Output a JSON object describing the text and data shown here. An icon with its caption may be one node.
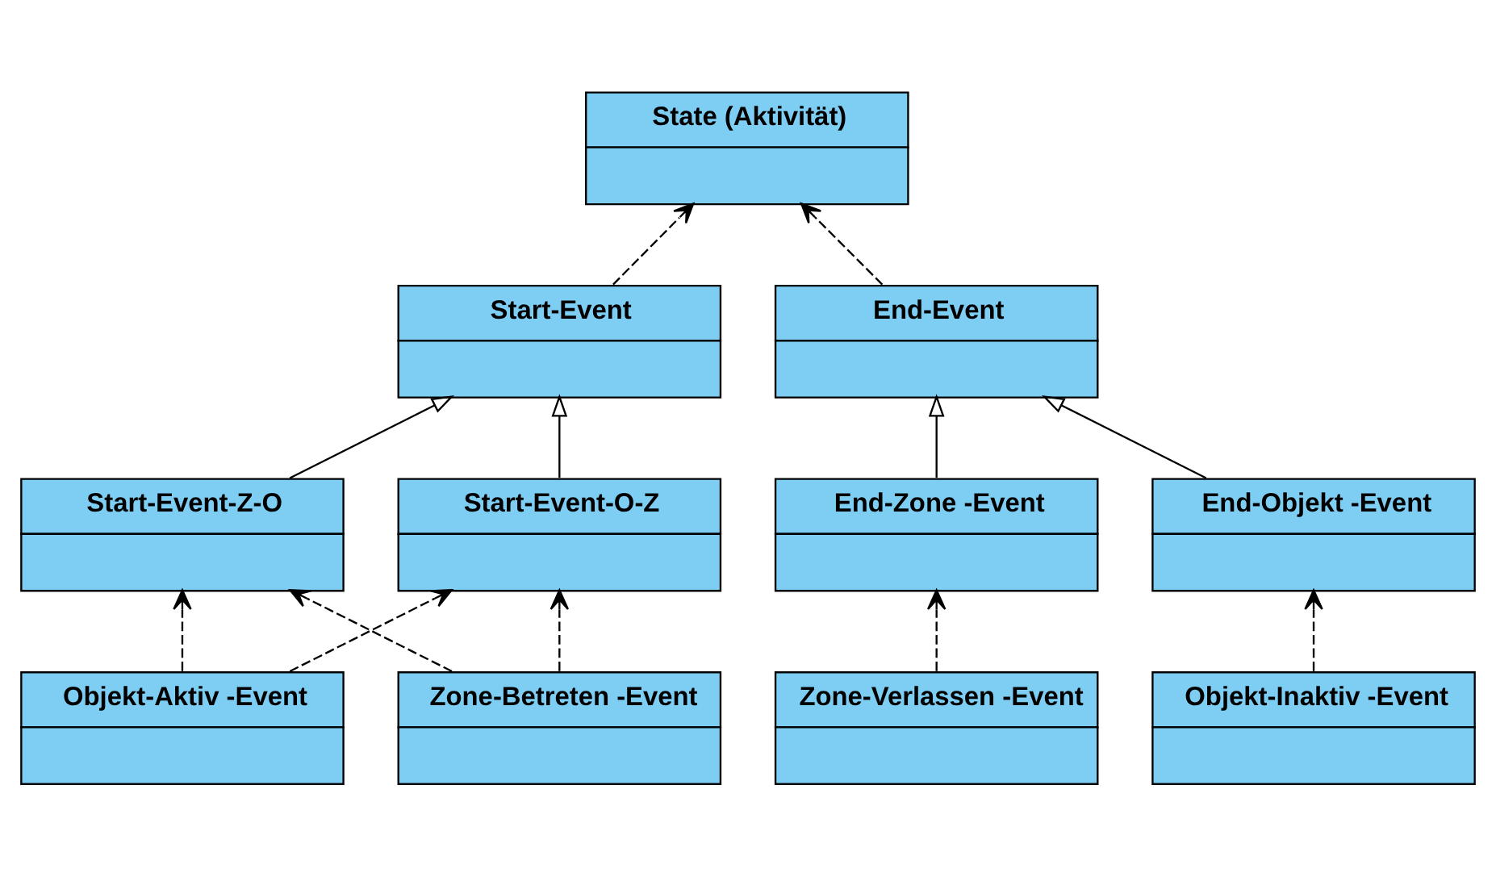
{
  "diagram": {
    "nodes": [
      {
        "text": [
          "State (Aktivität)"
        ]
      },
      {
        "text": [
          "Start-Event"
        ]
      },
      {
        "text": [
          "End-Event"
        ]
      },
      {
        "text": [
          "Start-Event-Z-O"
        ]
      },
      {
        "text": [
          "Start-Event-O-Z"
        ]
      },
      {
        "text": [
          "End-Zone -Event"
        ]
      },
      {
        "text": [
          "End-Objekt -Event"
        ]
      },
      {
        "text": [
          "Objekt-Aktiv -Event"
        ]
      },
      {
        "text": [
          "Zone-Betreten -Event"
        ]
      },
      {
        "text": [
          "Zone-Verlassen -Event"
        ]
      },
      {
        "text": [
          "Objekt-Inaktiv -Event"
        ]
      }
    ],
    "edges": [
      {
        "from": 1,
        "to": 0,
        "arrow": "to",
        "style": "dashed"
      },
      {
        "from": 2,
        "to": 0,
        "arrow": "to",
        "style": "dashed"
      },
      {
        "from": 3,
        "to": 1,
        "arrow": "to"
      },
      {
        "from": 4,
        "to": 1,
        "arrow": "to"
      },
      {
        "from": 5,
        "to": 2,
        "arrow": "to"
      },
      {
        "from": 6,
        "to": 2,
        "arrow": "to"
      },
      {
        "from": 7,
        "to": 3,
        "arrow": "to",
        "style": "dashed"
      },
      {
        "from": 7,
        "to": 4,
        "arrow": "to",
        "style": "dashed"
      },
      {
        "from": 8,
        "to": 3,
        "arrow": "to",
        "style": "dashed"
      },
      {
        "from": 8,
        "to": 4,
        "arrow": "to",
        "style": "dashed"
      },
      {
        "from": 9,
        "to": 5,
        "arrow": "to",
        "style": "dashed"
      },
      {
        "from": 10,
        "to": 6,
        "arrow": "to",
        "style": "dashed"
      }
    ]
  }
}
